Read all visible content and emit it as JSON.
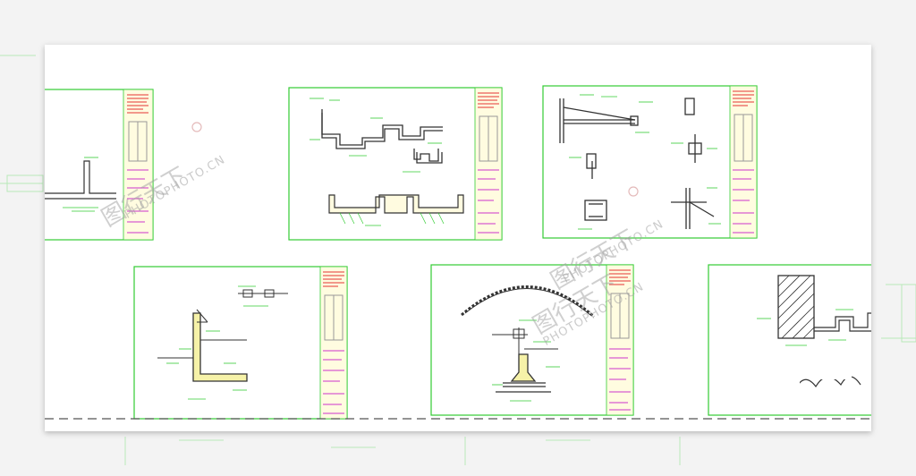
{
  "image": {
    "subject": "CAD detail drawings",
    "sheet_count": 6,
    "colors": {
      "background": "#f3f3f3",
      "sheet": "#ffffff",
      "frame_green": "#33cc33",
      "title_block_fill": "#fffce0",
      "title_red": "#e63333",
      "title_magenta": "#cc33cc",
      "line_dark": "#333333",
      "hatch_yellow": "#f6f2a8"
    }
  },
  "watermark": {
    "brand_cn": "图行天下",
    "brand_url": "PHOTOPHOTO.CN"
  }
}
